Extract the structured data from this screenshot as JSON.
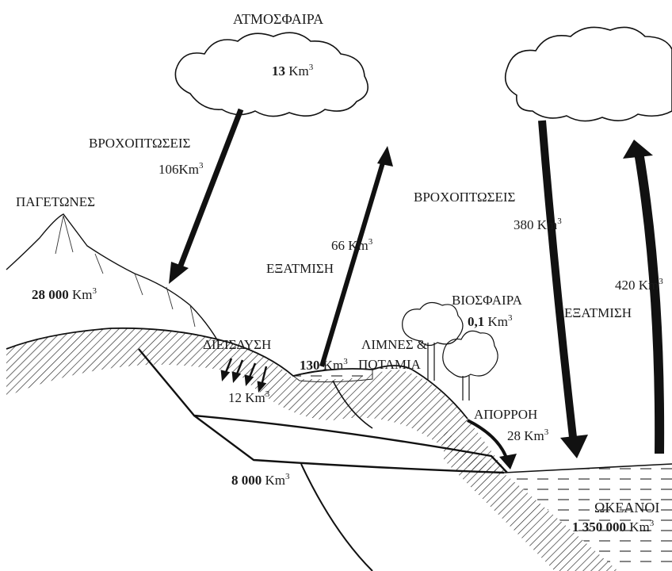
{
  "labels": {
    "atmosphere": "ΑΤΜΟΣΦΑΙΡΑ",
    "atmosphere_value": "13",
    "rain_left": "ΒΡΟΧΟΠΤΩΣΕΙΣ",
    "rain_left_value": "106",
    "glaciers": "ΠΑΓΕΤΩΝΕΣ",
    "glaciers_value": "28 000",
    "evap_left_value": "66",
    "evap_left": "ΕΞΑΤΜΙΣΗ",
    "infiltration": "ΔΙΕΙΣΔΥΣΗ",
    "infiltration_value": "12",
    "lakes_value": "130",
    "lakes_line1": "ΛΙΜΝΕΣ &",
    "lakes_line2": "ΠΟΤΑΜΙΑ",
    "rain_right": "ΒΡΟΧΟΠΤΩΣΕΙΣ",
    "rain_right_value": "380",
    "biosphere": "ΒΙΟΣΦΑΙΡΑ",
    "biosphere_value": "0,1",
    "evap_right_value": "420",
    "evap_right": "ΕΞΑΤΜΙΣΗ",
    "runoff": "ΑΠΟΡΡΟΗ",
    "runoff_value": "28",
    "groundwater_value": "8 000",
    "oceans": "ΩΚΕΑΝΟΙ",
    "oceans_value": "1 350 000"
  },
  "unit": {
    "base": "Km",
    "exp": "3"
  }
}
